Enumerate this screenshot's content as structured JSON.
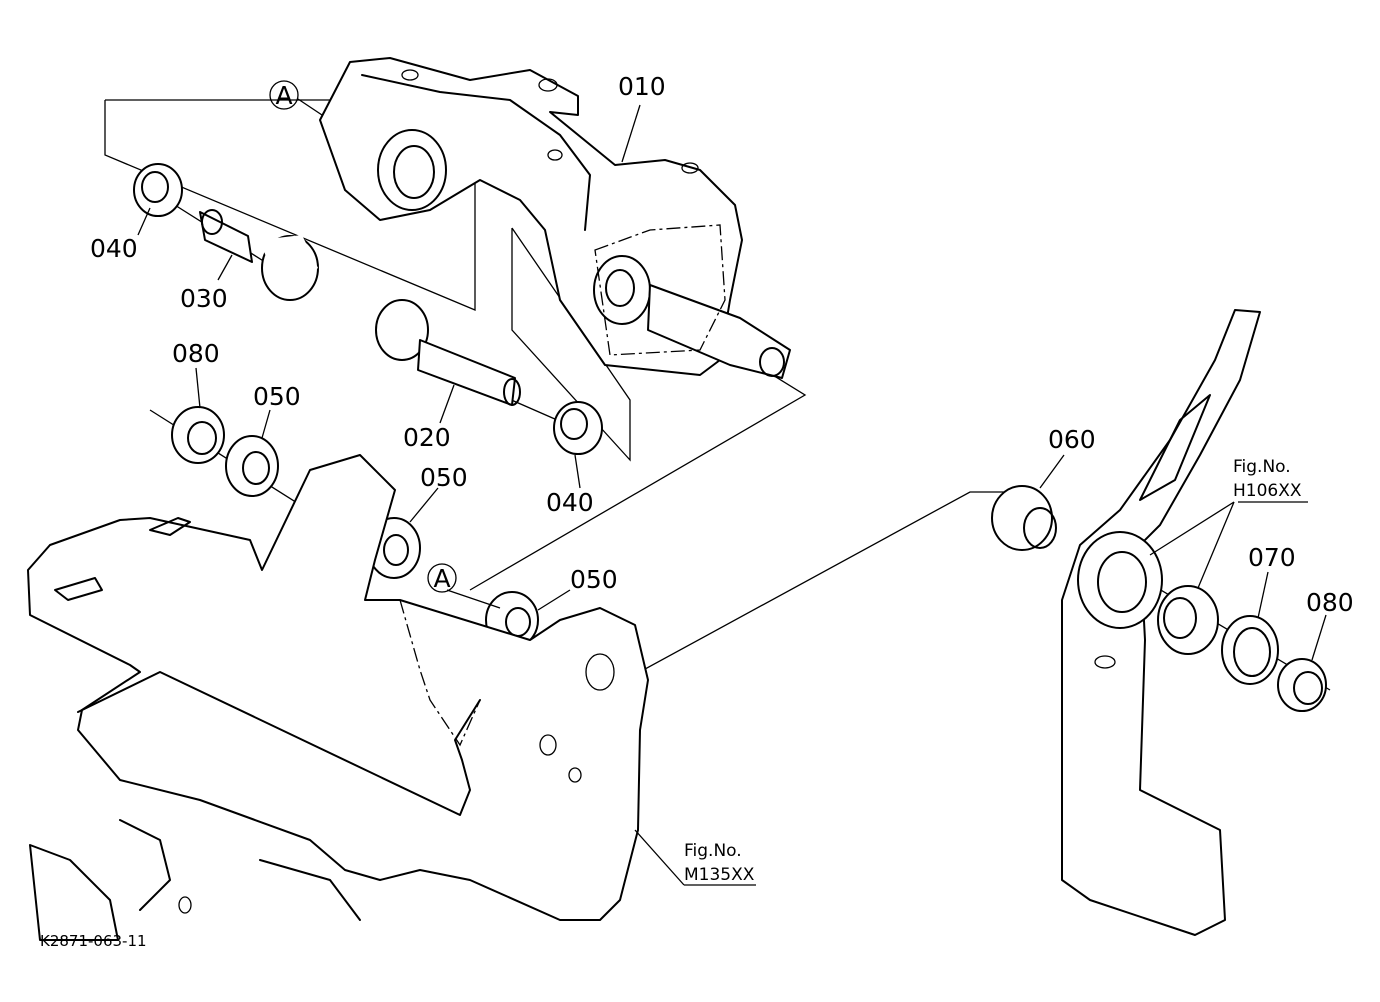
{
  "callouts": {
    "p010": "010",
    "p020": "020",
    "p030": "030",
    "p040a": "040",
    "p040b": "040",
    "p050a": "050",
    "p050b": "050",
    "p050c": "050",
    "p060": "060",
    "p070": "070",
    "p080a": "080",
    "p080b": "080"
  },
  "markers": {
    "a1": "A",
    "a2": "A"
  },
  "refs": {
    "h_title": "Fig.No.",
    "h_code": "H106XX",
    "m_title": "Fig.No.",
    "m_code": "M135XX"
  },
  "drawing_code": "K2871-063-11"
}
